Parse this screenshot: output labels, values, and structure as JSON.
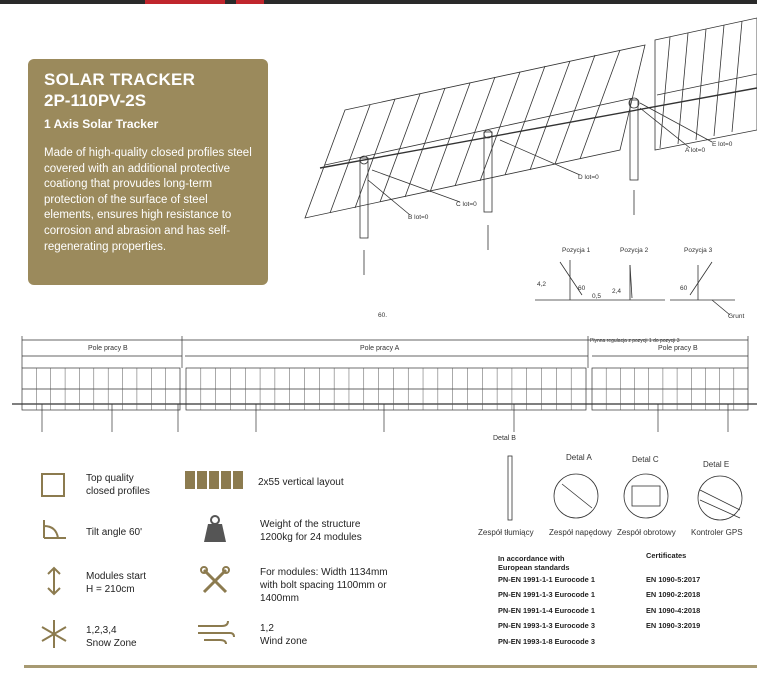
{
  "card": {
    "title_line1": "SOLAR TRACKER",
    "title_line2": "2P-110PV-2S",
    "subtitle": "1 Axis Solar Tracker",
    "description": "Made of high-quality closed profiles steel covered with an additional protective coationg that provudes long-term protection of the surface of steel elements, ensures high resistance to corrosion and abrasion and has self-regenerating properties."
  },
  "drawing_labels": {
    "dim_60": "60.",
    "pos1": "Pozycja 1",
    "pos2": "Pozycja 2",
    "pos3": "Pozycja 3",
    "pos1_val": "4,2",
    "pos1_val2": "60",
    "pos1_val3": "0,5",
    "pos2_val": "2,4",
    "pos3_val": "60",
    "grunt": "Grunt",
    "lot_a": "A  lot=0",
    "lot_e": "E  lot=0",
    "lot_d": "D  lot=0",
    "lot_c": "C  lot=0",
    "lot_b": "B  lot=0",
    "field_b_left": "Pole pracy B",
    "field_a": "Pole pracy A",
    "field_b_right": "Pole pracy B",
    "regulation_note": "Płynna regulacja z pozycji 1 do pozycji 3",
    "detal_b": "Detal B"
  },
  "features": [
    {
      "icon": "square-outline-icon",
      "text_line1": "Top quality",
      "text_line2": "closed profiles"
    },
    {
      "icon": "panel-layout-icon",
      "text_line1": "2x55 vertical layout",
      "text_line2": ""
    },
    {
      "icon": "tilt-angle-icon",
      "text_line1": "Tilt angle 60'",
      "text_line2": ""
    },
    {
      "icon": "weight-icon",
      "text_line1": "Weight of the structure",
      "text_line2": "1200kg for 24 modules"
    },
    {
      "icon": "vertical-arrows-icon",
      "text_line1": "Modules start",
      "text_line2": "H = 210cm"
    },
    {
      "icon": "tools-icon",
      "text_line1": "For modules: Width 1134mm",
      "text_line2": "with bolt spacing 1100mm or",
      "text_line3": "1400mm"
    },
    {
      "icon": "snowflake-icon",
      "text_line1": "1,2,3,4",
      "text_line2": "Snow Zone"
    },
    {
      "icon": "wind-icon",
      "text_line1": "1,2",
      "text_line2": "Wind zone"
    }
  ],
  "details": {
    "detal_a": "Detal A",
    "detal_c": "Detal C",
    "detal_e": "Detal E",
    "zespol_tlumiacy": "Zespół tłumiący",
    "zespol_napedowy": "Zespół napędowy",
    "zespol_obrotowy": "Zespół obrotowy",
    "kontroler_gps": "Kontroler GPS"
  },
  "standards": {
    "heading_left_line1": "In accordance with",
    "heading_left_line2": "European standards",
    "heading_right": "Certificates",
    "rows": [
      {
        "left": "PN-EN 1991-1-1 Eurocode 1",
        "right": "EN 1090-5:2017"
      },
      {
        "left": "PN-EN 1991-1-3 Eurocode 1",
        "right": "EN 1090-2:2018"
      },
      {
        "left": "PN-EN 1991-1-4 Eurocode 1",
        "right": "EN 1090-4:2018"
      },
      {
        "left": "PN-EN 1993-1-3 Eurocode 3",
        "right": "EN 1090-3:2019"
      },
      {
        "left": "PN-EN 1993-1-8 Eurocode 3",
        "right": ""
      }
    ]
  },
  "colors": {
    "accent": "#9b8a5c",
    "icon": "#8c7b4f",
    "bar_red": "#c0262d"
  }
}
